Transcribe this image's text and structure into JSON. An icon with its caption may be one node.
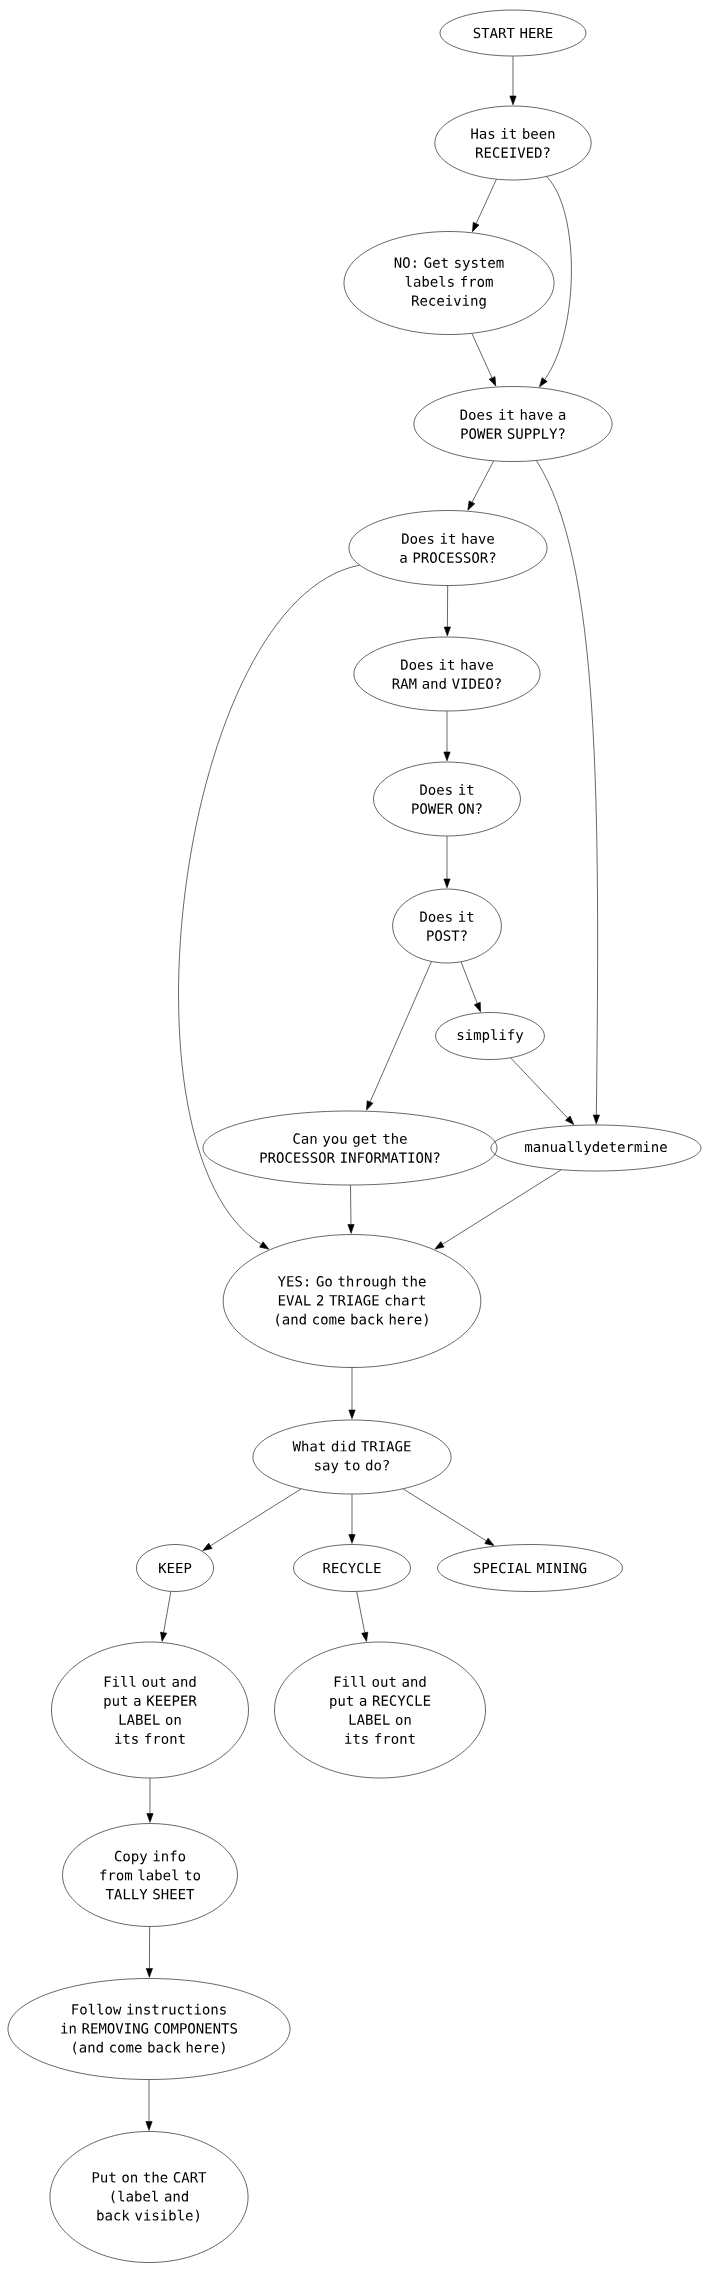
{
  "diagram": {
    "nodes": [
      {
        "text": [
          "START HERE"
        ]
      },
      {
        "text": [
          "Has it been RECEIVED?"
        ]
      },
      {
        "text": [
          "NO: Get system labels from Receiving"
        ]
      },
      {
        "text": [
          "Does it have a POWER SUPPLY?"
        ]
      },
      {
        "text": [
          "Does it have a PROCESSOR?"
        ]
      },
      {
        "text": [
          "Does it have RAM and VIDEO?"
        ]
      },
      {
        "text": [
          "Does it POWER ON?"
        ]
      },
      {
        "text": [
          "Does it POST?"
        ]
      },
      {
        "text": [
          "simplify"
        ]
      },
      {
        "text": [
          "Can you get the PROCESSOR INFORMATION?"
        ]
      },
      {
        "text": [
          "manuallydetermine"
        ]
      },
      {
        "text": [
          "YES: Go through the EVAL 2 TRIAGE chart (and come back here)"
        ]
      },
      {
        "text": [
          "What did TRIAGE say to do?"
        ]
      },
      {
        "text": [
          "KEEP"
        ]
      },
      {
        "text": [
          "RECYCLE"
        ]
      },
      {
        "text": [
          "SPECIAL MINING"
        ]
      },
      {
        "text": [
          "Fill out and put a KEEPER LABEL on its front"
        ]
      },
      {
        "text": [
          "Fill out and put a RECYCLE LABEL on its front"
        ]
      },
      {
        "text": [
          "Copy info from label to TALLY SHEET"
        ]
      },
      {
        "text": [
          "Follow instructions in REMOVING COMPONENTS (and come back here)"
        ]
      },
      {
        "text": [
          "Put on the CART (label and back visible)"
        ]
      }
    ],
    "edges": [
      {
        "from": 0,
        "to": 1,
        "arrow": "to"
      },
      {
        "from": 1,
        "to": 2,
        "arrow": "to"
      },
      {
        "from": 1,
        "to": 3,
        "arrow": "to"
      },
      {
        "from": 2,
        "to": 3,
        "arrow": "to"
      },
      {
        "from": 3,
        "to": 4,
        "arrow": "to"
      },
      {
        "from": 3,
        "to": 10,
        "arrow": "to"
      },
      {
        "from": 4,
        "to": 11,
        "arrow": "to"
      },
      {
        "from": 4,
        "to": 5,
        "arrow": "to"
      },
      {
        "from": 5,
        "to": 6,
        "arrow": "to"
      },
      {
        "from": 6,
        "to": 7,
        "arrow": "to"
      },
      {
        "from": 7,
        "to": 9,
        "arrow": "to"
      },
      {
        "from": 7,
        "to": 8,
        "arrow": "to"
      },
      {
        "from": 8,
        "to": 10,
        "arrow": "to"
      },
      {
        "from": 9,
        "to": 11,
        "arrow": "to"
      },
      {
        "from": 10,
        "to": 11,
        "arrow": "to"
      },
      {
        "from": 11,
        "to": 12,
        "arrow": "to"
      },
      {
        "from": 12,
        "to": 13,
        "arrow": "to"
      },
      {
        "from": 12,
        "to": 14,
        "arrow": "to"
      },
      {
        "from": 12,
        "to": 15,
        "arrow": "to"
      },
      {
        "from": 13,
        "to": 16,
        "arrow": "to"
      },
      {
        "from": 14,
        "to": 17,
        "arrow": "to"
      },
      {
        "from": 16,
        "to": 18,
        "arrow": "to"
      },
      {
        "from": 18,
        "to": 19,
        "arrow": "to"
      },
      {
        "from": 19,
        "to": 20,
        "arrow": "to"
      }
    ]
  }
}
